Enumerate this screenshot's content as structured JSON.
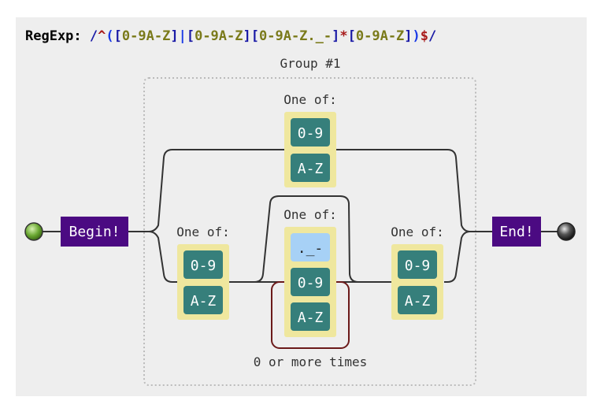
{
  "regexp": {
    "label": "RegExp:",
    "parts": [
      {
        "text": "/",
        "color": "#1a1aa6"
      },
      {
        "text": "^",
        "color": "#a81b1b"
      },
      {
        "text": "(",
        "color": "#1a3ae6"
      },
      {
        "text": "[",
        "color": "#1a1aa6"
      },
      {
        "text": "0-9A-Z",
        "color": "#7a7a1a"
      },
      {
        "text": "]",
        "color": "#1a1aa6"
      },
      {
        "text": "|",
        "color": "#1a3ae6"
      },
      {
        "text": "[",
        "color": "#1a1aa6"
      },
      {
        "text": "0-9A-Z",
        "color": "#7a7a1a"
      },
      {
        "text": "]",
        "color": "#1a1aa6"
      },
      {
        "text": "[",
        "color": "#1a1aa6"
      },
      {
        "text": "0-9A-Z._-",
        "color": "#7a7a1a"
      },
      {
        "text": "]",
        "color": "#1a1aa6"
      },
      {
        "text": "*",
        "color": "#a81b1b"
      },
      {
        "text": "[",
        "color": "#1a1aa6"
      },
      {
        "text": "0-9A-Z",
        "color": "#7a7a1a"
      },
      {
        "text": "]",
        "color": "#1a1aa6"
      },
      {
        "text": ")",
        "color": "#1a3ae6"
      },
      {
        "text": "$",
        "color": "#a81b1b"
      },
      {
        "text": "/",
        "color": "#1a1aa6"
      }
    ]
  },
  "group_label": "Group #1",
  "begin_label": "Begin!",
  "end_label": "End!",
  "one_of_label": "One of:",
  "loop_label": "0 or more times",
  "class_digits": "0-9",
  "class_upper": "A-Z",
  "class_punct": "._-",
  "colors": {
    "background": "#eeeeee",
    "terminal": "#4b0a82",
    "class_box": "#367f7b",
    "class_bg": "#efe79e",
    "literal_box": "#a7d1f6",
    "loop_border": "#6b1a1a",
    "group_border": "#bbbbbb",
    "line": "#333333"
  }
}
